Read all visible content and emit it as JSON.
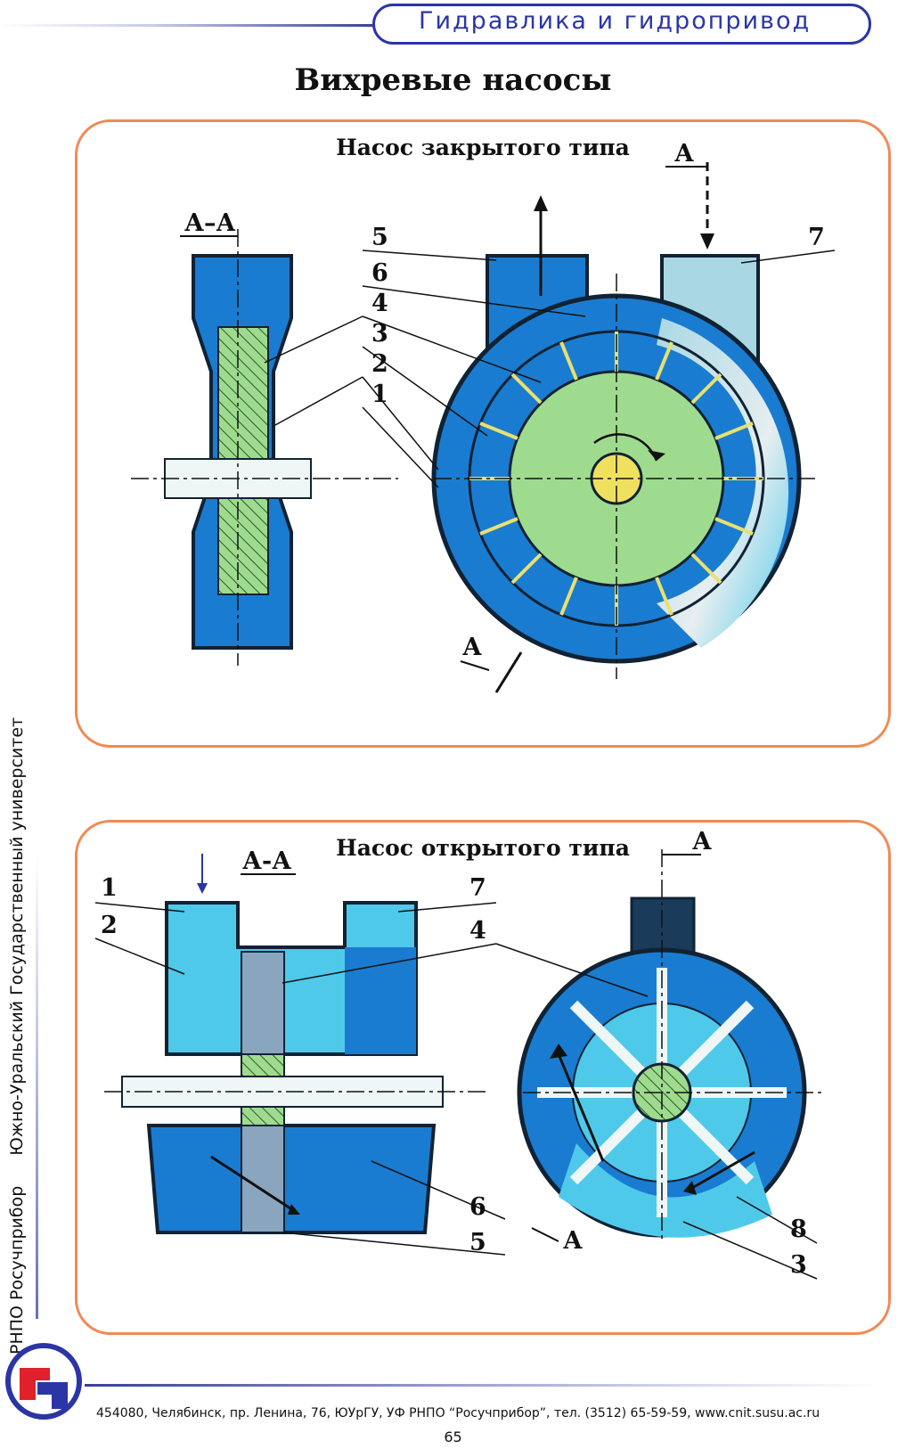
{
  "header": {
    "section_title": "Гидравлика и гидропривод"
  },
  "page": {
    "title": "Вихревые насосы",
    "number": "65"
  },
  "panel_closed": {
    "title": "Насос закрытого типа",
    "section_label_left": "А–А",
    "section_marker_top": "А",
    "section_marker_bottom": "А",
    "callouts": [
      "5",
      "6",
      "4",
      "3",
      "2",
      "1",
      "7"
    ]
  },
  "panel_open": {
    "title": "Насос открытого типа",
    "section_label": "А-А",
    "section_marker_top": "А",
    "section_marker_bottom": "А",
    "callouts": [
      "1",
      "2",
      "7",
      "4",
      "6",
      "5",
      "8",
      "3"
    ]
  },
  "sidebar": {
    "org": "РНПО Росучприбор",
    "university": "Южно-Уральский Государственный университет"
  },
  "footer": {
    "address": "454080, Челябинск, пр. Ленина, 76, ЮУрГУ, УФ РНПО “Росучприбор”, тел. (3512) 65-59-59, www.cnit.susu.ac.ru"
  },
  "colors": {
    "pump_blue": "#1a7cd0",
    "light_blue": "#4fc9ea",
    "pale_blue": "#a9d8e4",
    "rotor_green": "#9fdb8e",
    "shaft_yellow": "#f0e060",
    "frame_orange": "#f08a55",
    "header_blue": "#2b35a6"
  }
}
